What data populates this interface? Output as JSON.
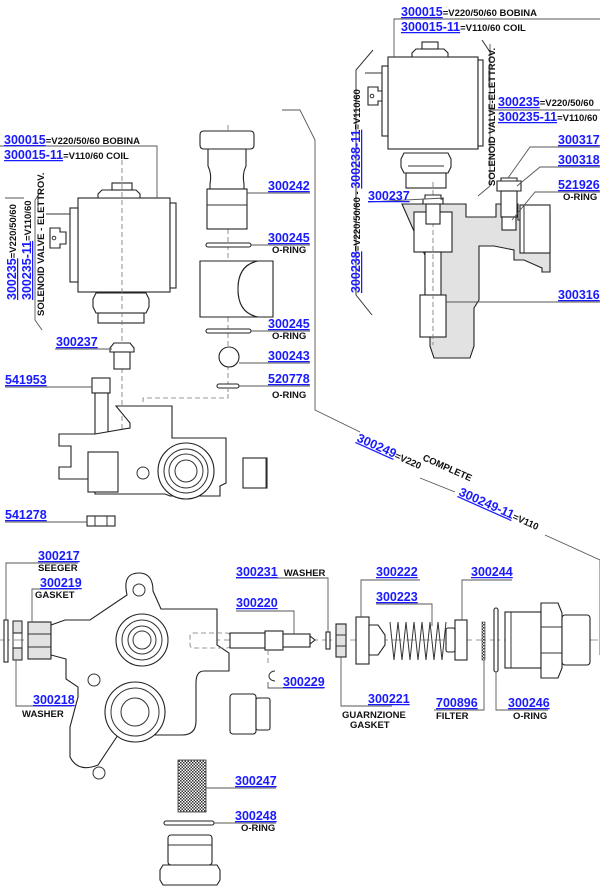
{
  "diagram": {
    "colors": {
      "code": "#1a1aff",
      "text": "#111111",
      "line": "#333333",
      "fill_grey": "#e2e2e2"
    },
    "top_right_assembly": {
      "coil": {
        "code": "300015",
        "spec": "=V220/50/60  BOBINA",
        "code_alt": "300015-11",
        "spec_alt": "=V110/60 COIL"
      },
      "valve": {
        "code": "300235",
        "spec": "=V220/50/60",
        "code_alt": "300235-11",
        "spec_alt": "=V110/60",
        "vertical_label": "SOLENOID VALVE-ELETTROV."
      },
      "assembly": {
        "code": "300238",
        "spec": "=V220/50/60",
        "sep": " - ",
        "code_alt": "300238-11",
        "spec_alt": "=V110/60"
      },
      "parts": [
        {
          "code": "300317",
          "desc": ""
        },
        {
          "code": "300318",
          "desc": ""
        },
        {
          "code": "521926",
          "desc": "O-RING"
        },
        {
          "code": "300237",
          "desc": ""
        },
        {
          "code": "300316",
          "desc": ""
        }
      ]
    },
    "left_assembly": {
      "coil": {
        "code": "300015",
        "spec": "=V220/50/60  BOBINA",
        "code_alt": "300015-11",
        "spec_alt": "=V110/60 COIL"
      },
      "valve": {
        "code": "300235",
        "spec": "=V220/50/60",
        "code_alt": "300235-11",
        "spec_alt": "=V110/60",
        "vertical_label": "SOLENOID VALVE - ELETTROV."
      },
      "parts": [
        {
          "code": "300237",
          "desc": ""
        },
        {
          "code": "541953",
          "desc": ""
        },
        {
          "code": "541278",
          "desc": ""
        }
      ]
    },
    "middle_column": {
      "parts": [
        {
          "code": "300242",
          "desc": ""
        },
        {
          "code": "300245",
          "desc": "O-RING"
        },
        {
          "code": "300245",
          "desc": "O-RING"
        },
        {
          "code": "300243",
          "desc": ""
        },
        {
          "code": "520778",
          "desc": "O-RING"
        }
      ]
    },
    "complete_group": {
      "code": "300249",
      "spec": "=V220",
      "label": "COMPLETE",
      "code_alt": "300249-11",
      "spec_alt": "=V110"
    },
    "bottom_assembly": {
      "parts": [
        {
          "code": "300217",
          "desc": "SEEGER"
        },
        {
          "code": "300219",
          "desc": "GASKET"
        },
        {
          "code": "300218",
          "desc": "WASHER"
        },
        {
          "code": "300231",
          "desc": "WASHER"
        },
        {
          "code": "300220",
          "desc": ""
        },
        {
          "code": "300229",
          "desc": ""
        },
        {
          "code": "300222",
          "desc": ""
        },
        {
          "code": "300223",
          "desc": ""
        },
        {
          "code": "300221",
          "desc": "GUARNZIONE",
          "desc2": "GASKET"
        },
        {
          "code": "300244",
          "desc": ""
        },
        {
          "code": "700896",
          "desc": "FILTER"
        },
        {
          "code": "300246",
          "desc": "O-RING"
        },
        {
          "code": "300247",
          "desc": ""
        },
        {
          "code": "300248",
          "desc": "O-RING"
        }
      ]
    }
  }
}
